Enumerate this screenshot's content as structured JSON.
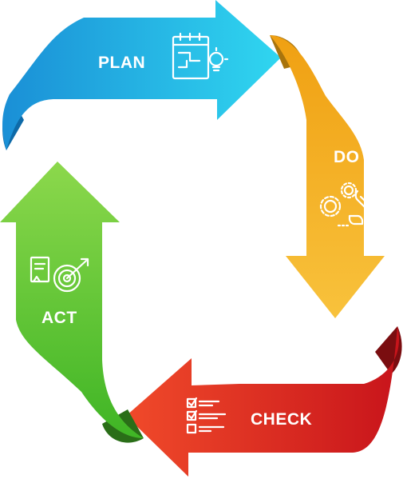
{
  "steps": [
    {
      "label": "PLAN",
      "icon": "calendar-lightbulb-icon",
      "color": "#1da7e8",
      "color_light": "#2fd2ee"
    },
    {
      "label": "DO",
      "icon": "gears-wrench-icon",
      "color": "#f2a715",
      "color_light": "#f7c53a"
    },
    {
      "label": "CHECK",
      "icon": "checklist-icon",
      "color": "#e3251d",
      "color_light": "#c8141a"
    },
    {
      "label": "ACT",
      "icon": "target-arrow-icon",
      "color": "#4dbe2a",
      "color_light": "#86d645"
    }
  ]
}
